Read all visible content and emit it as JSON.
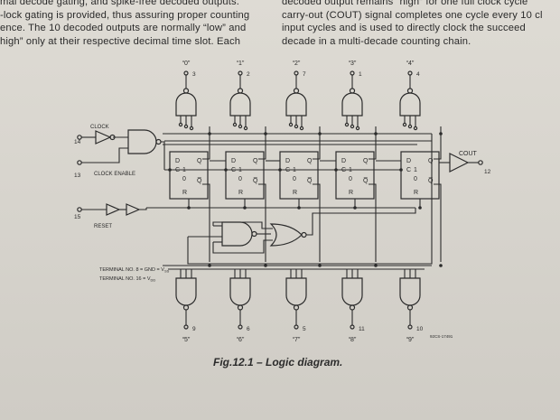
{
  "text": {
    "left_lines": [
      "mal decode gating, and spike-free decoded outputs.",
      "-lock gating is provided, thus assuring proper counting",
      "ence. The 10 decoded outputs are normally “low” and",
      "high” only at their respective decimal time slot. Each"
    ],
    "right_lines": [
      "decoded output remains “high” for one full clock cycle",
      "carry-out (COUT) signal completes one cycle every 10 cl",
      "input cycles and is used to directly clock the succeed",
      "decade in a multi-decade counting chain."
    ]
  },
  "diagram": {
    "input_labels": {
      "clock": "CLOCK",
      "clock_enable": "CLOCK ENABLE",
      "reset": "RESET",
      "cout": "COUT"
    },
    "pin_numbers": {
      "clock": "14",
      "clock_enable": "13",
      "reset": "15",
      "cout": "12",
      "top": [
        "3",
        "2",
        "7",
        "1",
        "4"
      ],
      "bottom": [
        "9",
        "6",
        "5",
        "11",
        "10"
      ]
    },
    "top_output_labels": [
      "“0”",
      "“1”",
      "“2”",
      "“3”",
      "“4”"
    ],
    "bottom_output_labels": [
      "“5”",
      "“6”",
      "“7”",
      "“8”",
      "“9”"
    ],
    "flipflop_pins": {
      "d": "D",
      "c": "C",
      "q": "Q",
      "one": "1",
      "zero": "0",
      "qbar": "Q̅",
      "r": "R"
    },
    "terminal_notes": [
      "TERMINAL NO. 8 = GND = V",
      "TERMINAL NO. 16 = V"
    ],
    "terminal_subs": [
      "SS",
      "DD"
    ],
    "part_code": "92CS-17491"
  },
  "caption": "Fig.12.1 – Logic diagram."
}
